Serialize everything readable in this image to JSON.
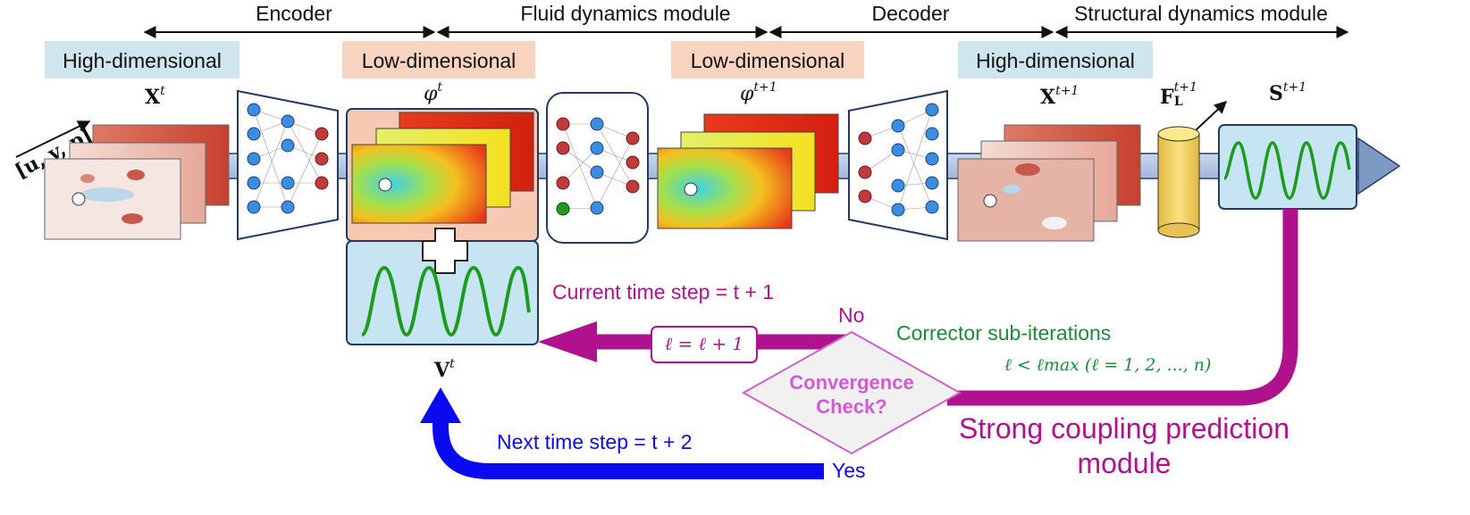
{
  "stages": {
    "encoder": "Encoder",
    "fluid": "Fluid dynamics module",
    "decoder": "Decoder",
    "structural": "Structural dynamics module"
  },
  "dims": {
    "high1": "High-dimensional",
    "low1": "Low-dimensional",
    "low2": "Low-dimensional",
    "high2": "High-dimensional"
  },
  "symbols": {
    "uvp": "[u, v, p]",
    "X_base": "X",
    "X_sup": "t",
    "phi_base": "φ",
    "phi_sup": "t",
    "phi2_base": "φ",
    "phi2_sup": "t+1",
    "X2_base": "X",
    "X2_sup": "t+1",
    "F_base": "F",
    "F_sub": "L",
    "F_sup": "t+1",
    "S_base": "S",
    "S_sup": "t+1",
    "V_base": "V",
    "V_sup": "t"
  },
  "loop": {
    "current_step": "Current time step = t + 1",
    "no": "No",
    "ell_update": "ℓ = ℓ + 1",
    "corrector": "Corrector sub-iterations",
    "condition": "ℓ < ℓmax  (ℓ = 1, 2, ..., n)",
    "check_line1": "Convergence",
    "check_line2": "Check?",
    "next_step": "Next time step = t + 2",
    "yes": "Yes",
    "module_line1": "Strong coupling prediction",
    "module_line2": "module"
  },
  "colors": {
    "magenta": "#b0128e",
    "blue": "#0a0af0",
    "green": "#1e9a1e",
    "high_dim_bg": "#cfe6ee",
    "low_dim_bg": "#f8d3c0",
    "node_blue": "#3a8de0",
    "node_red": "#c0393b",
    "node_green": "#1e9a1e"
  }
}
